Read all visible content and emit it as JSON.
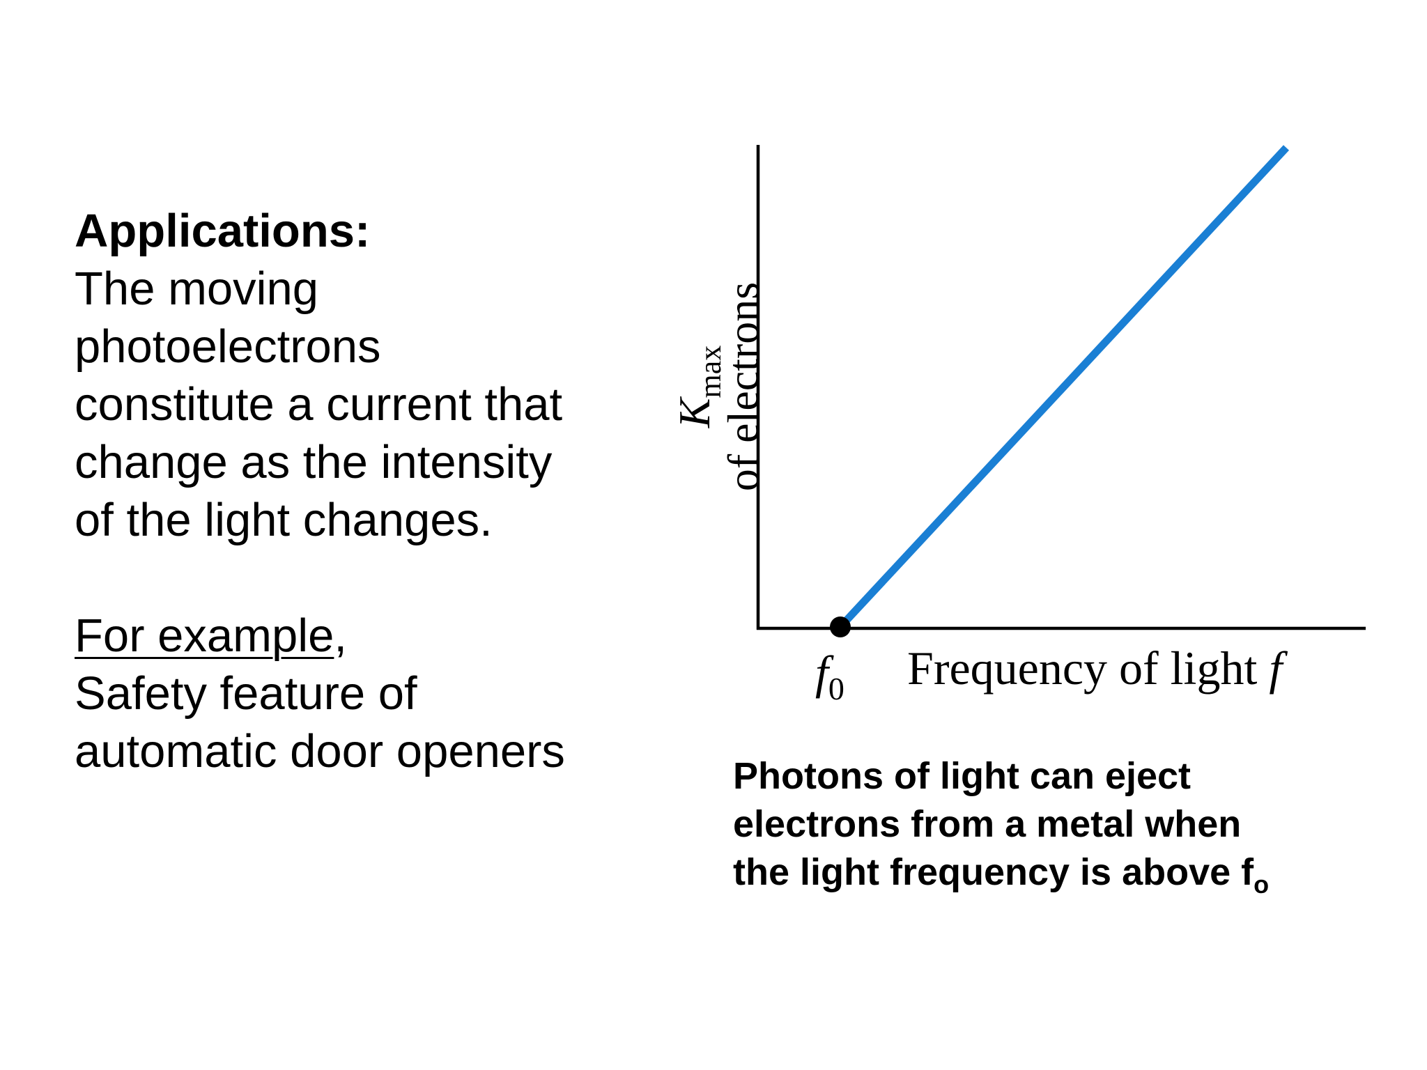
{
  "left_panel": {
    "heading": "Applications:",
    "body_lines": [
      "The moving",
      "photoelectrons",
      "constitute a current that",
      "change as the intensity",
      "of the light changes."
    ],
    "example_label": "For example",
    "example_punct": ",",
    "example_lines": [
      "Safety feature of",
      "automatic door openers"
    ]
  },
  "diagram": {
    "y_axis_label_symbol": "K",
    "y_axis_label_subscript": "max",
    "y_axis_label_line2": "of electrons",
    "x_threshold_symbol": "f",
    "x_threshold_subscript": "0",
    "x_axis_label_text": "Frequency of light",
    "x_axis_label_symbol": "f",
    "line_color": "#1a7fd4",
    "axis_color": "#000000",
    "threshold_marker": "filled-circle"
  },
  "caption": {
    "lines": [
      "Photons of light can eject",
      "electrons from a metal when",
      "the light frequency is above f"
    ],
    "last_subscript": "o"
  }
}
